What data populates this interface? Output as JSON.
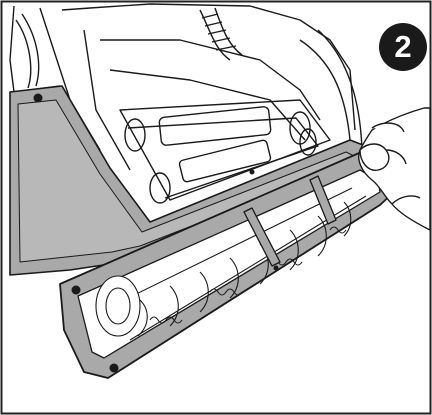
{
  "step": {
    "number": "2"
  },
  "colors": {
    "outline": "#1a1a1a",
    "plate_fill": "#a9a9a9",
    "plate_inner": "#b8b8b8",
    "badge_fill": "#1a1a1a",
    "badge_text": "#ffffff",
    "background": "#ffffff",
    "frame_border": "#222222"
  },
  "illustration": {
    "subject": "vacuum-brushroll-cover-removal",
    "parts": [
      "vacuum-base",
      "brushroll",
      "bottom-plate",
      "hand"
    ]
  }
}
